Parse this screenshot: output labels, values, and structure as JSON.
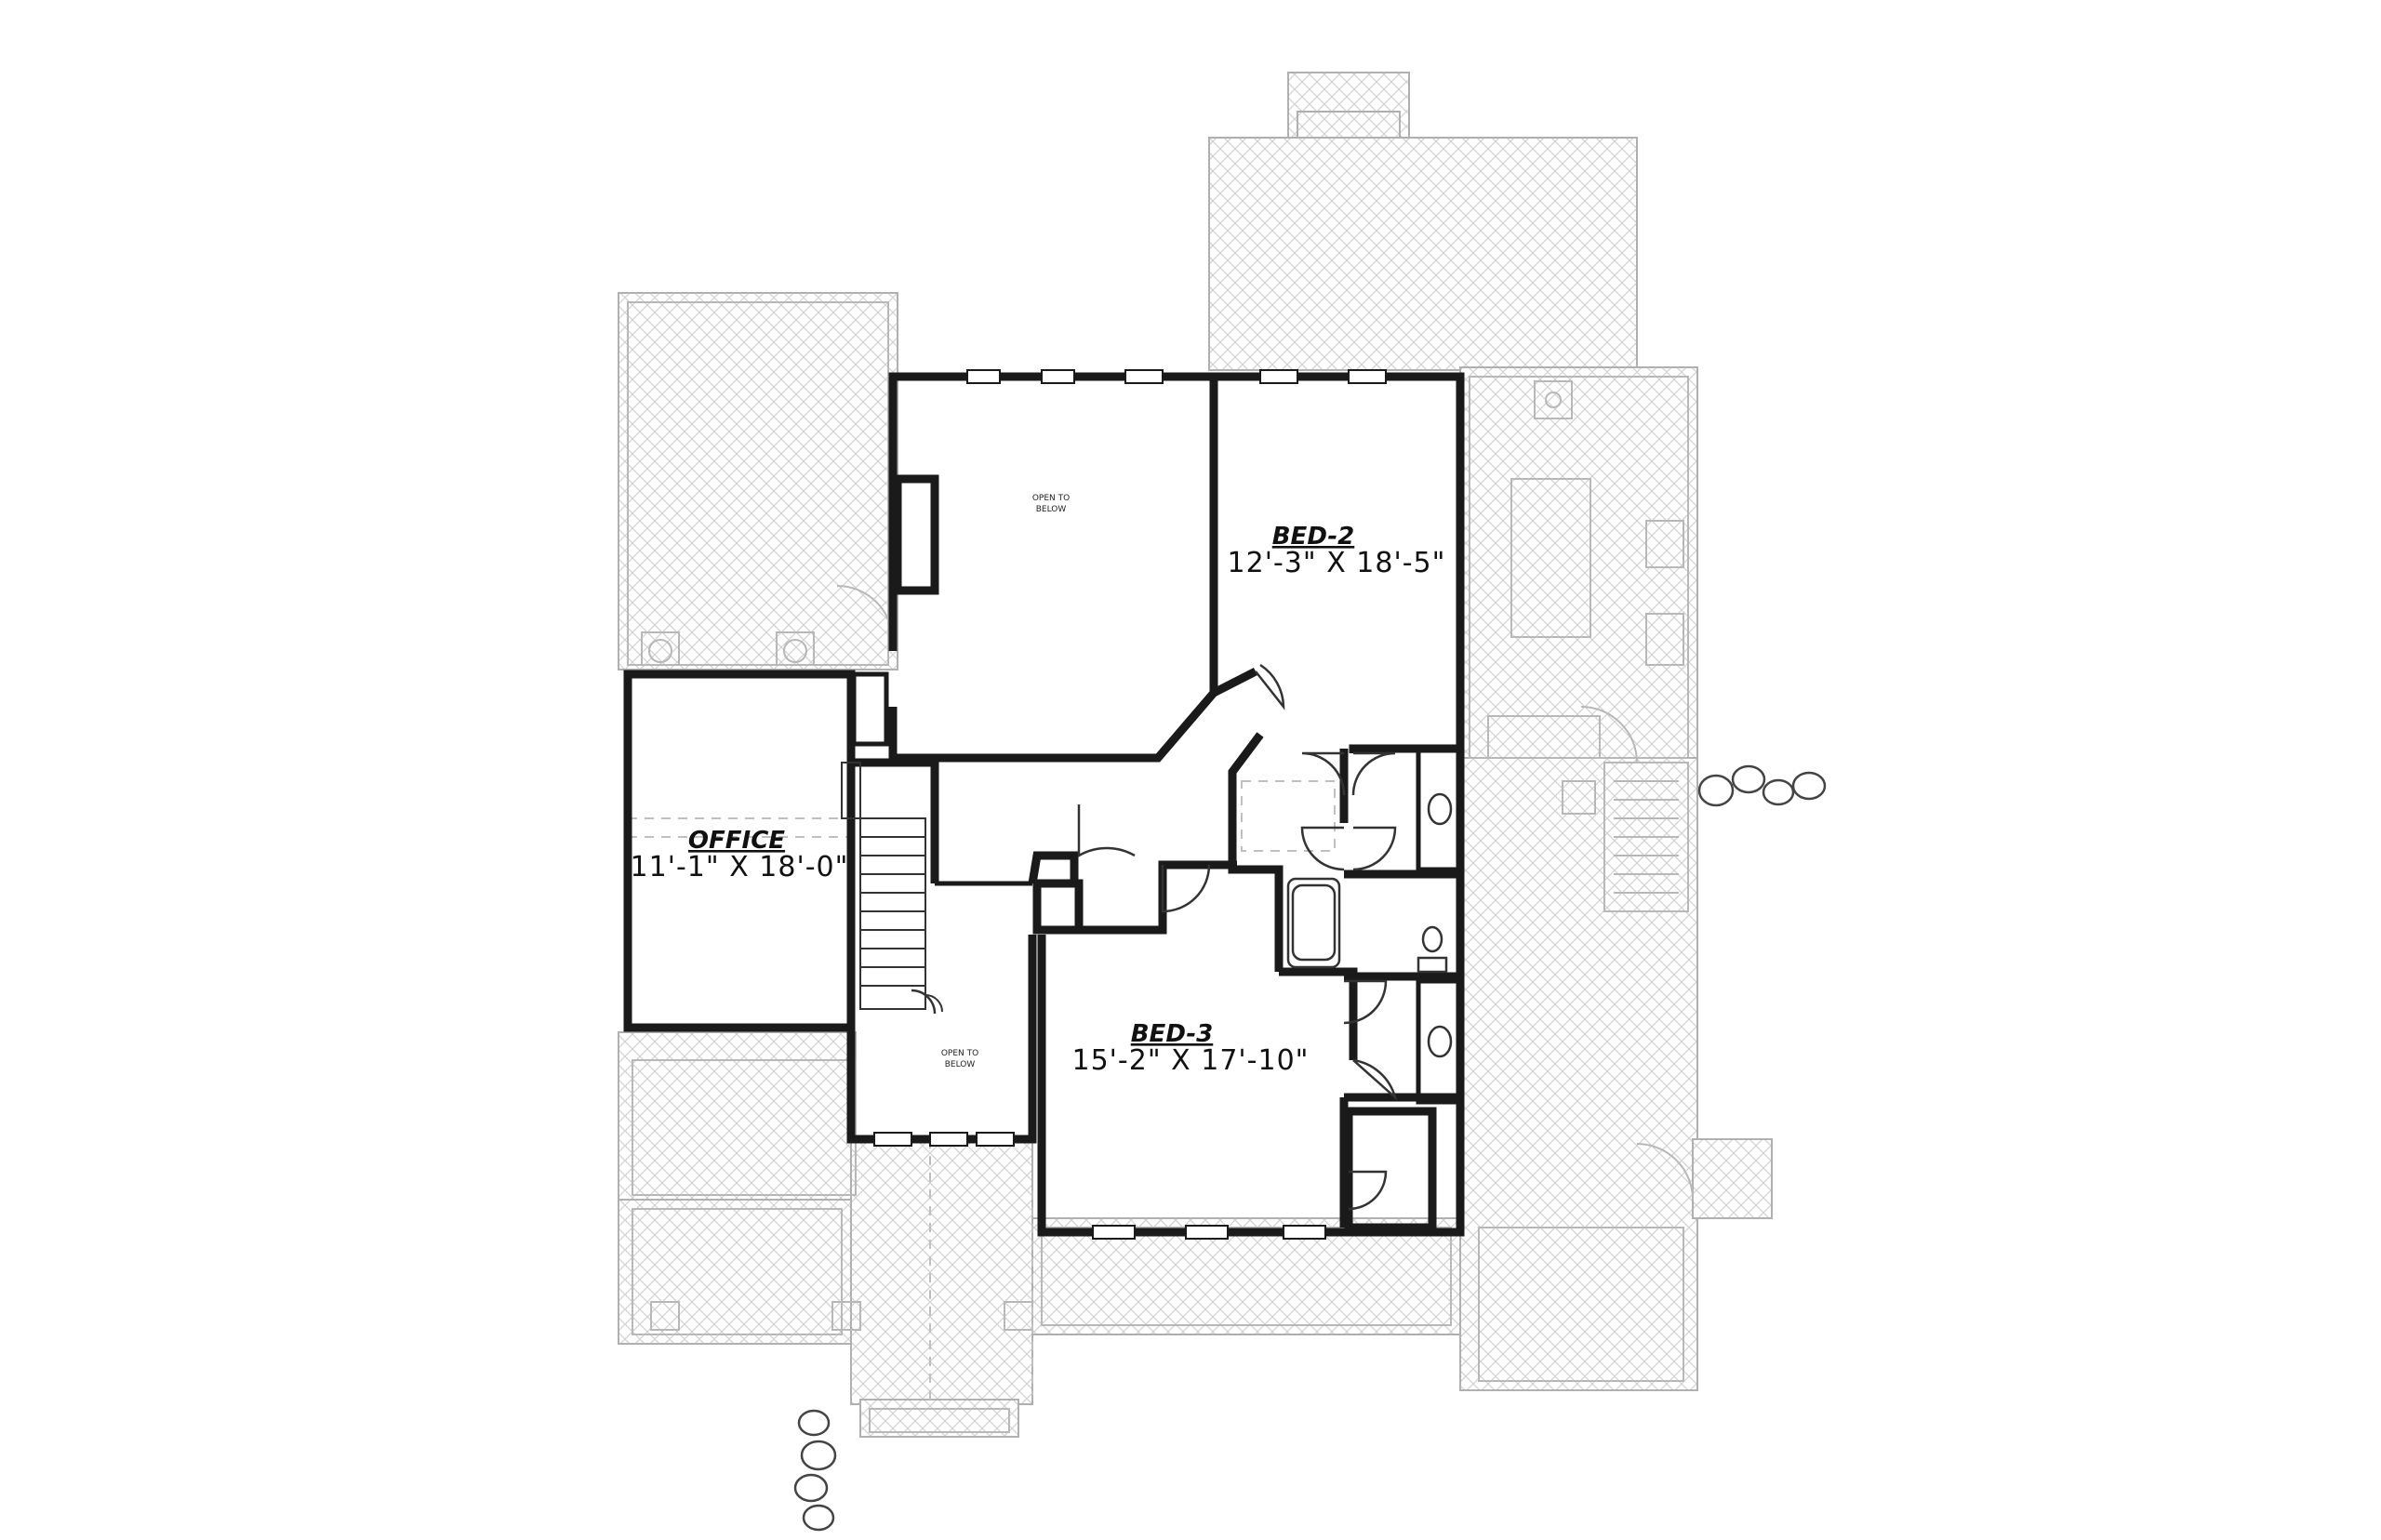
{
  "rooms": {
    "bed2": {
      "name": "BED-2",
      "dimensions": "12'-3\" X 18'-5\""
    },
    "bed3": {
      "name": "BED-3",
      "dimensions": "15'-2\" X 17'-10\""
    },
    "office": {
      "name": "OFFICE",
      "dimensions": "11'-1\" X 18'-0\""
    },
    "open_to_below_1": {
      "line1": "OPEN TO",
      "line2": "BELOW"
    },
    "open_to_below_2": {
      "line1": "OPEN TO",
      "line2": "BELOW"
    }
  }
}
